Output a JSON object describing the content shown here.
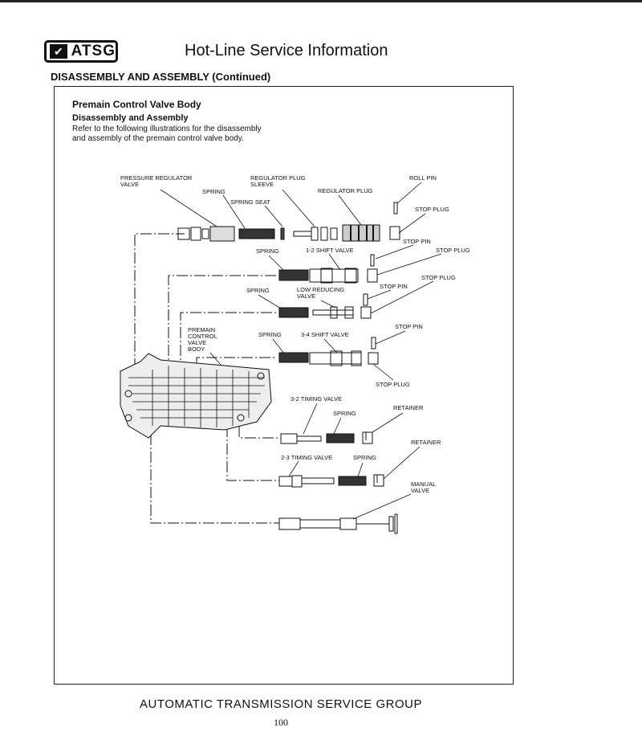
{
  "header": {
    "logo_text": "ATSG",
    "title": "Hot-Line Service Information",
    "section": "DISASSEMBLY AND ASSEMBLY (Continued)"
  },
  "content": {
    "heading": "Premain Control Valve Body",
    "subheading": "Disassembly and Assembly",
    "body_line1": "Refer to the following illustrations for the disassembly",
    "body_line2": "and assembly of the premain control valve body."
  },
  "diagram": {
    "labels": {
      "pressure_regulator_1": "PRESSURE REGULATOR",
      "pressure_regulator_2": "VALVE",
      "spring_a": "SPRING",
      "reg_plug_sleeve_1": "REGULATOR PLUG",
      "reg_plug_sleeve_2": "SLEEVE",
      "spring_seat": "SPRING SEAT",
      "regulator_plug": "REGULATOR PLUG",
      "roll_pin": "ROLL PIN",
      "stop_plug_a": "STOP PLUG",
      "stop_pin_a": "STOP PIN",
      "stop_plug_b": "STOP PLUG",
      "spring_b": "SPRING",
      "shift_12": "1-2 SHIFT VALVE",
      "stop_plug_c": "STOP PLUG",
      "spring_c": "SPRING",
      "low_reducing_1": "LOW REDUCING",
      "low_reducing_2": "VALVE",
      "stop_pin_b": "STOP PIN",
      "premain_1": "PREMAIN",
      "premain_2": "CONTROL",
      "premain_3": "VALVE",
      "premain_4": "BODY",
      "spring_d": "SPRING",
      "shift_34": "3-4 SHIFT VALVE",
      "stop_pin_c": "STOP PIN",
      "stop_plug_d": "STOP PLUG",
      "timing_32": "3-2 TIMING VALVE",
      "spring_e": "SPRING",
      "retainer_a": "RETAINER",
      "retainer_b": "RETAINER",
      "timing_23": "2-3 TIMING VALVE",
      "spring_f": "SPRING",
      "manual_1": "MANUAL",
      "manual_2": "VALVE"
    }
  },
  "footer": {
    "org": "AUTOMATIC TRANSMISSION SERVICE GROUP",
    "page": "100"
  }
}
